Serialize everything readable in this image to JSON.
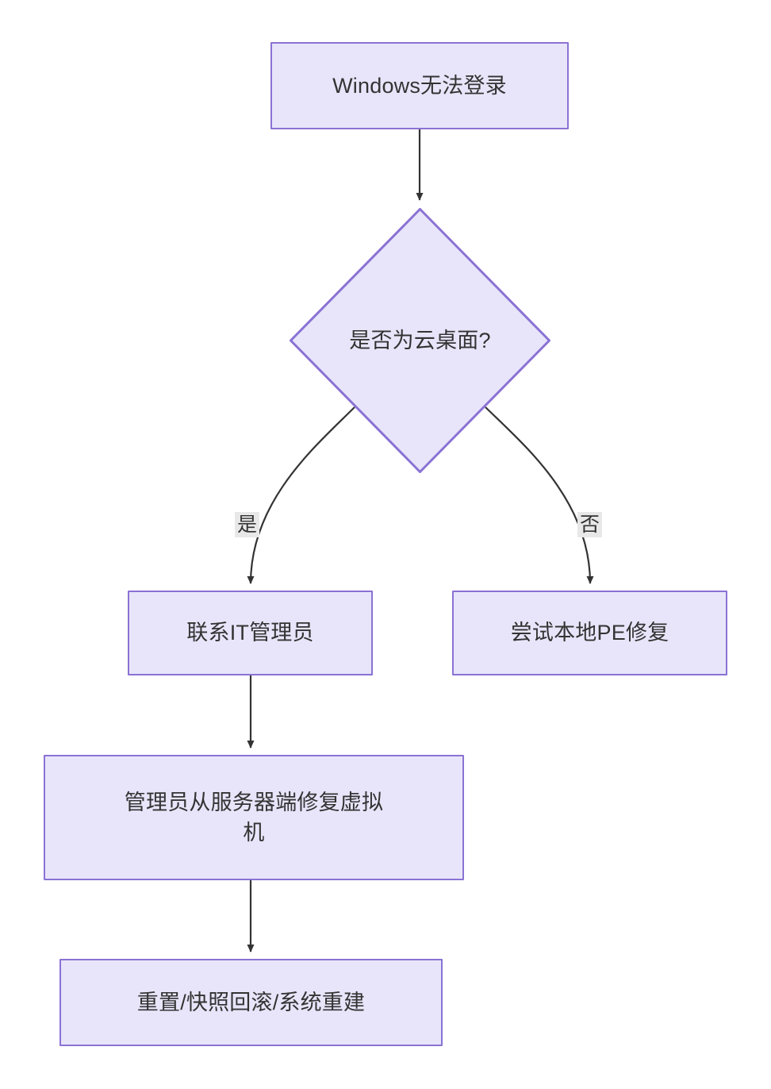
{
  "diagram": {
    "type": "flowchart",
    "direction": "top-down",
    "title": "Windows无法登录",
    "theme": {
      "node_fill": "#e8e5fa",
      "node_border": "#8a72d4",
      "node_text": "#333333",
      "edge_color": "#333333",
      "edge_label_bg": "#e8e8e8",
      "background": "#ffffff"
    },
    "nodes": [
      {
        "id": "start",
        "shape": "rect",
        "label": "Windows无法登录"
      },
      {
        "id": "decide",
        "shape": "diamond",
        "label": "是否为云桌面?"
      },
      {
        "id": "contact",
        "shape": "rect",
        "label": "联系IT管理员"
      },
      {
        "id": "pe",
        "shape": "rect",
        "label": "尝试本地PE修复"
      },
      {
        "id": "serverfix",
        "shape": "rect",
        "label": "管理员从服务器端修复虚拟\n机"
      },
      {
        "id": "rebuild",
        "shape": "rect",
        "label": "重置/快照回滚/系统重建"
      }
    ],
    "edges": [
      {
        "from": "start",
        "to": "decide",
        "label": ""
      },
      {
        "from": "decide",
        "to": "contact",
        "label": "是"
      },
      {
        "from": "decide",
        "to": "pe",
        "label": "否"
      },
      {
        "from": "contact",
        "to": "serverfix",
        "label": ""
      },
      {
        "from": "serverfix",
        "to": "rebuild",
        "label": ""
      }
    ]
  }
}
